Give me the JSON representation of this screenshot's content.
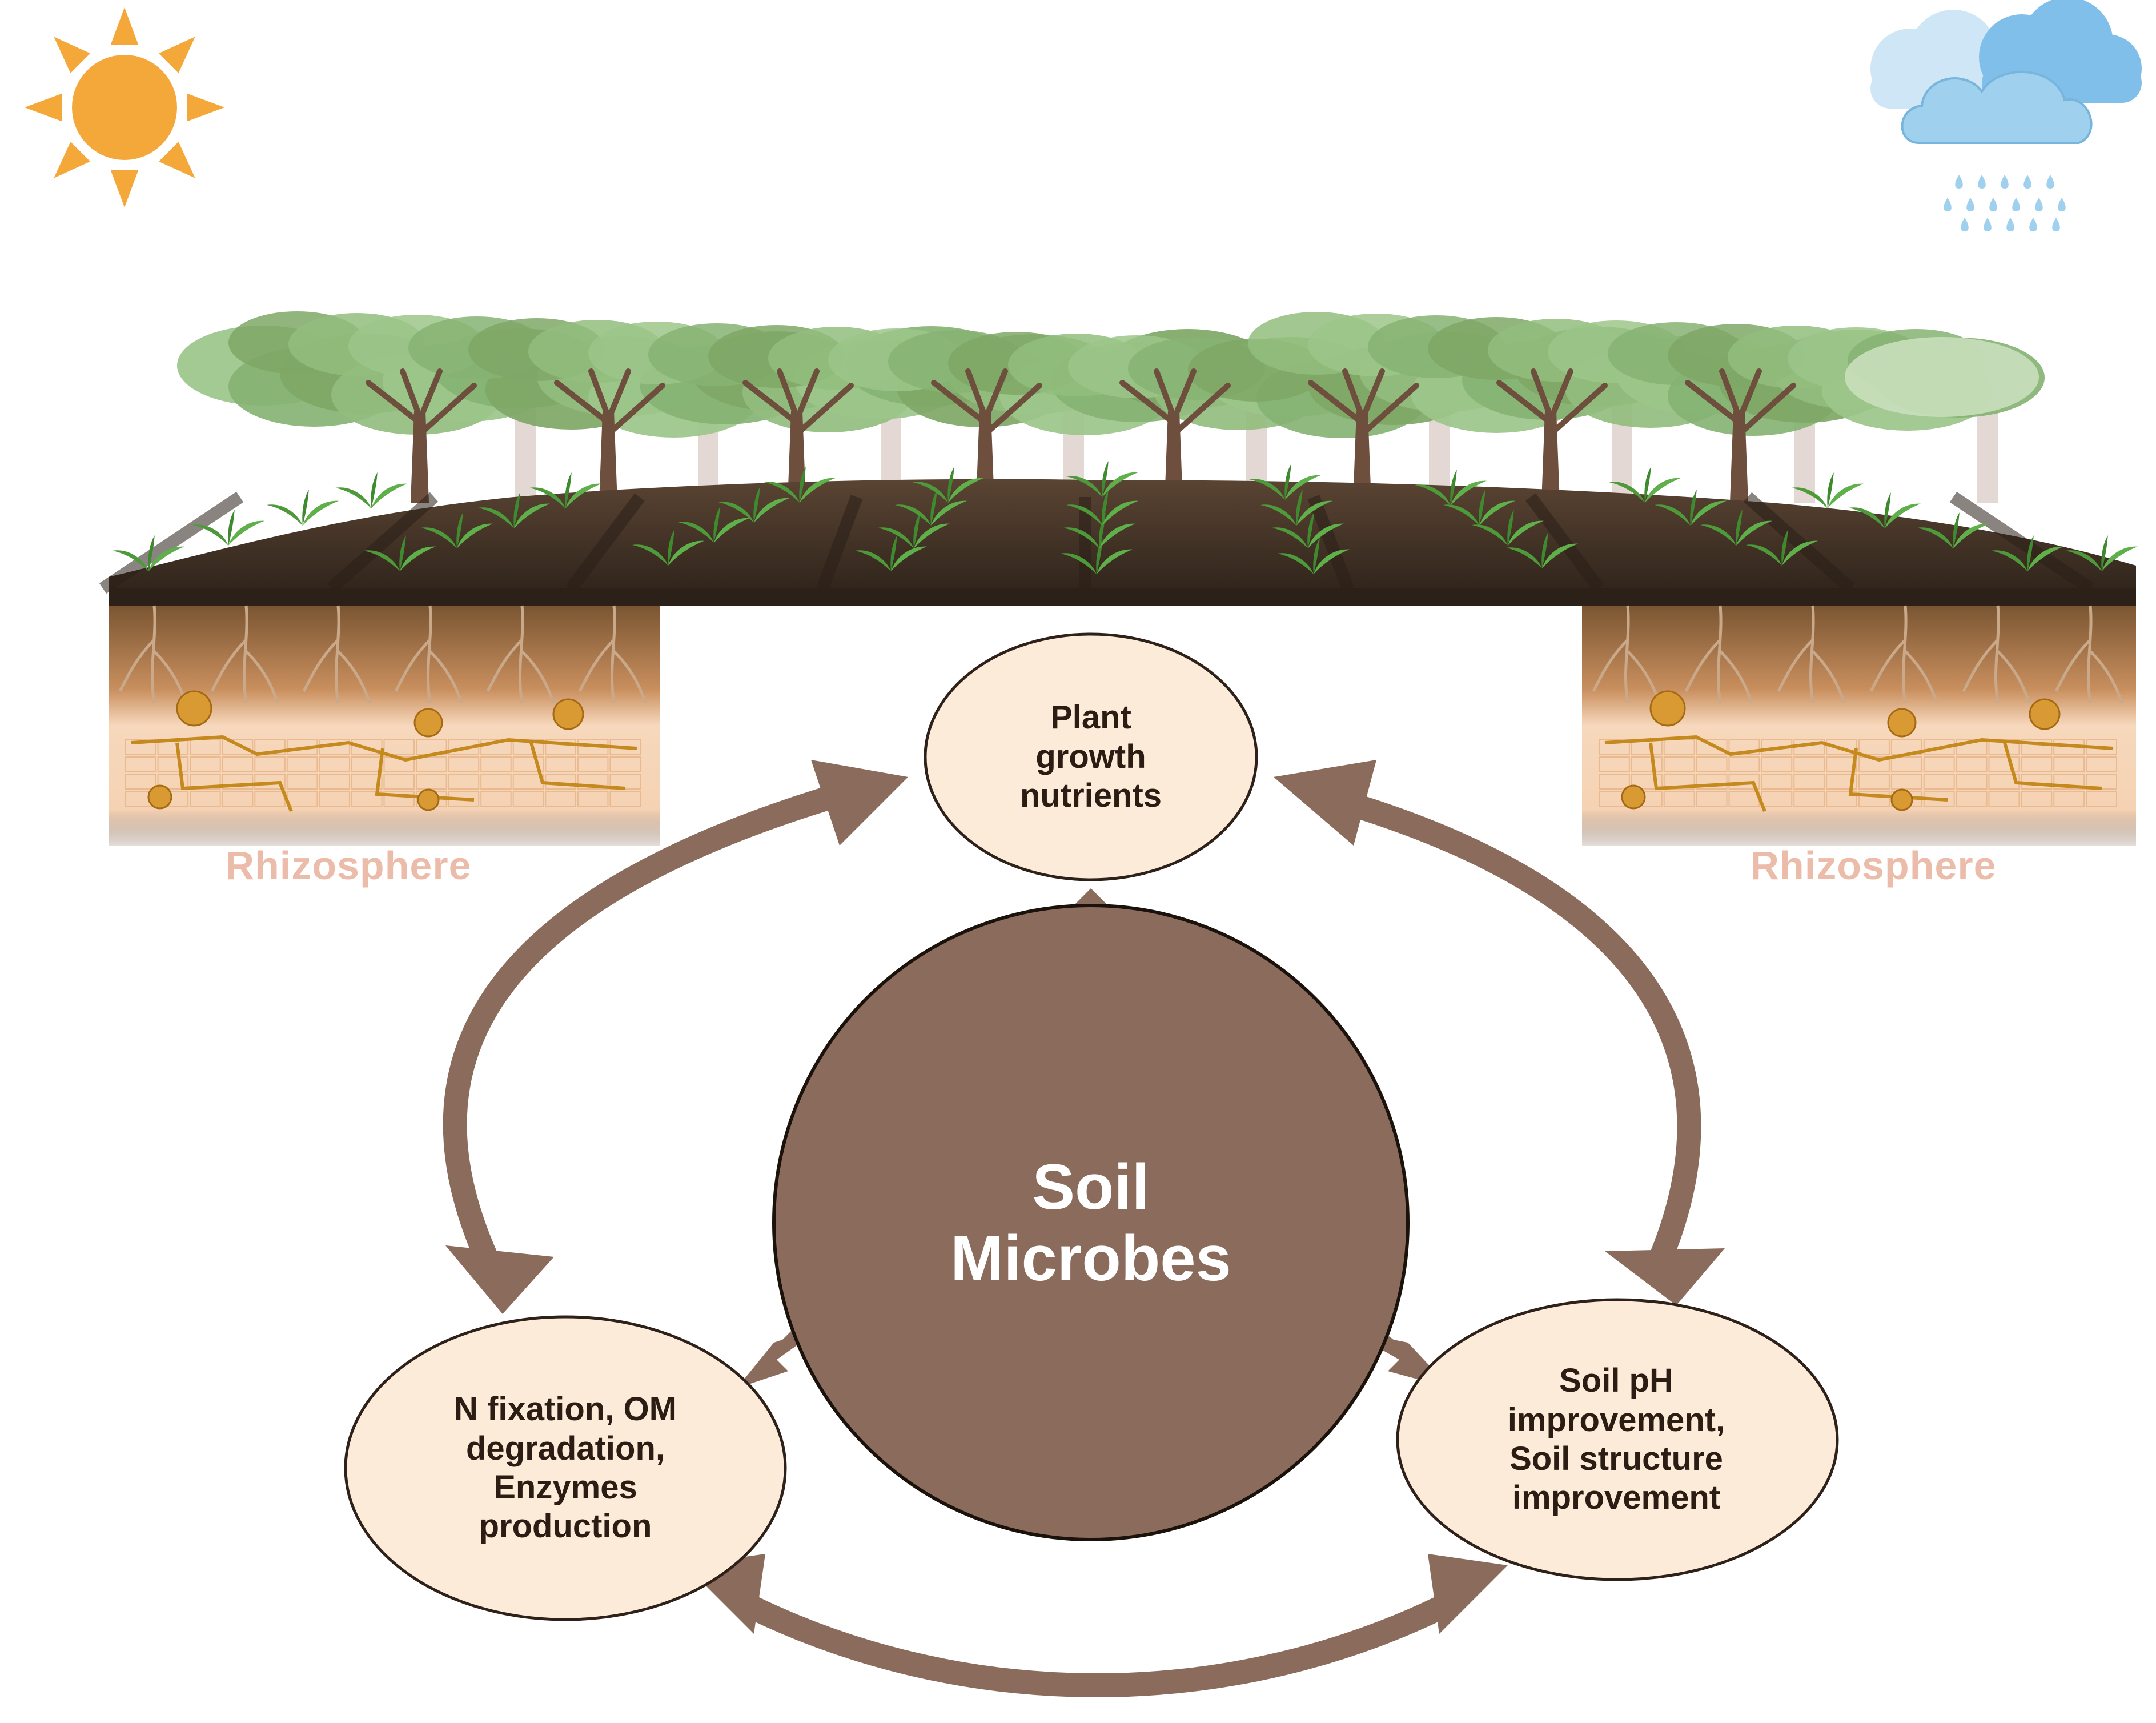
{
  "center": {
    "label": "Soil\nMicrobes",
    "fill": "#8b6c5c"
  },
  "nodes": [
    {
      "id": "top",
      "label": "Plant\ngrowth\nnutrients"
    },
    {
      "id": "left",
      "label": "N fixation, OM\ndegradation,\nEnzymes\nproduction"
    },
    {
      "id": "right",
      "label": "Soil pH\nimprovement,\nSoil structure\nimprovement"
    }
  ],
  "rhizosphere": {
    "left": "Rhizosphere",
    "right": "Rhizosphere"
  },
  "icons": {
    "sun": "sun-icon",
    "rain": "rain-cloud-icon"
  },
  "colors": {
    "arrow": "#8b6c5c",
    "node_fill": "#fbebd8",
    "node_stroke": "#2e2119",
    "rhizosphere_text": "#ecbcaa",
    "sun": "#f5a83a",
    "cloud": "#9fd1ee",
    "soil": "#3e2f23",
    "foliage": "#7fa766",
    "sprout": "#4e9a3a"
  }
}
